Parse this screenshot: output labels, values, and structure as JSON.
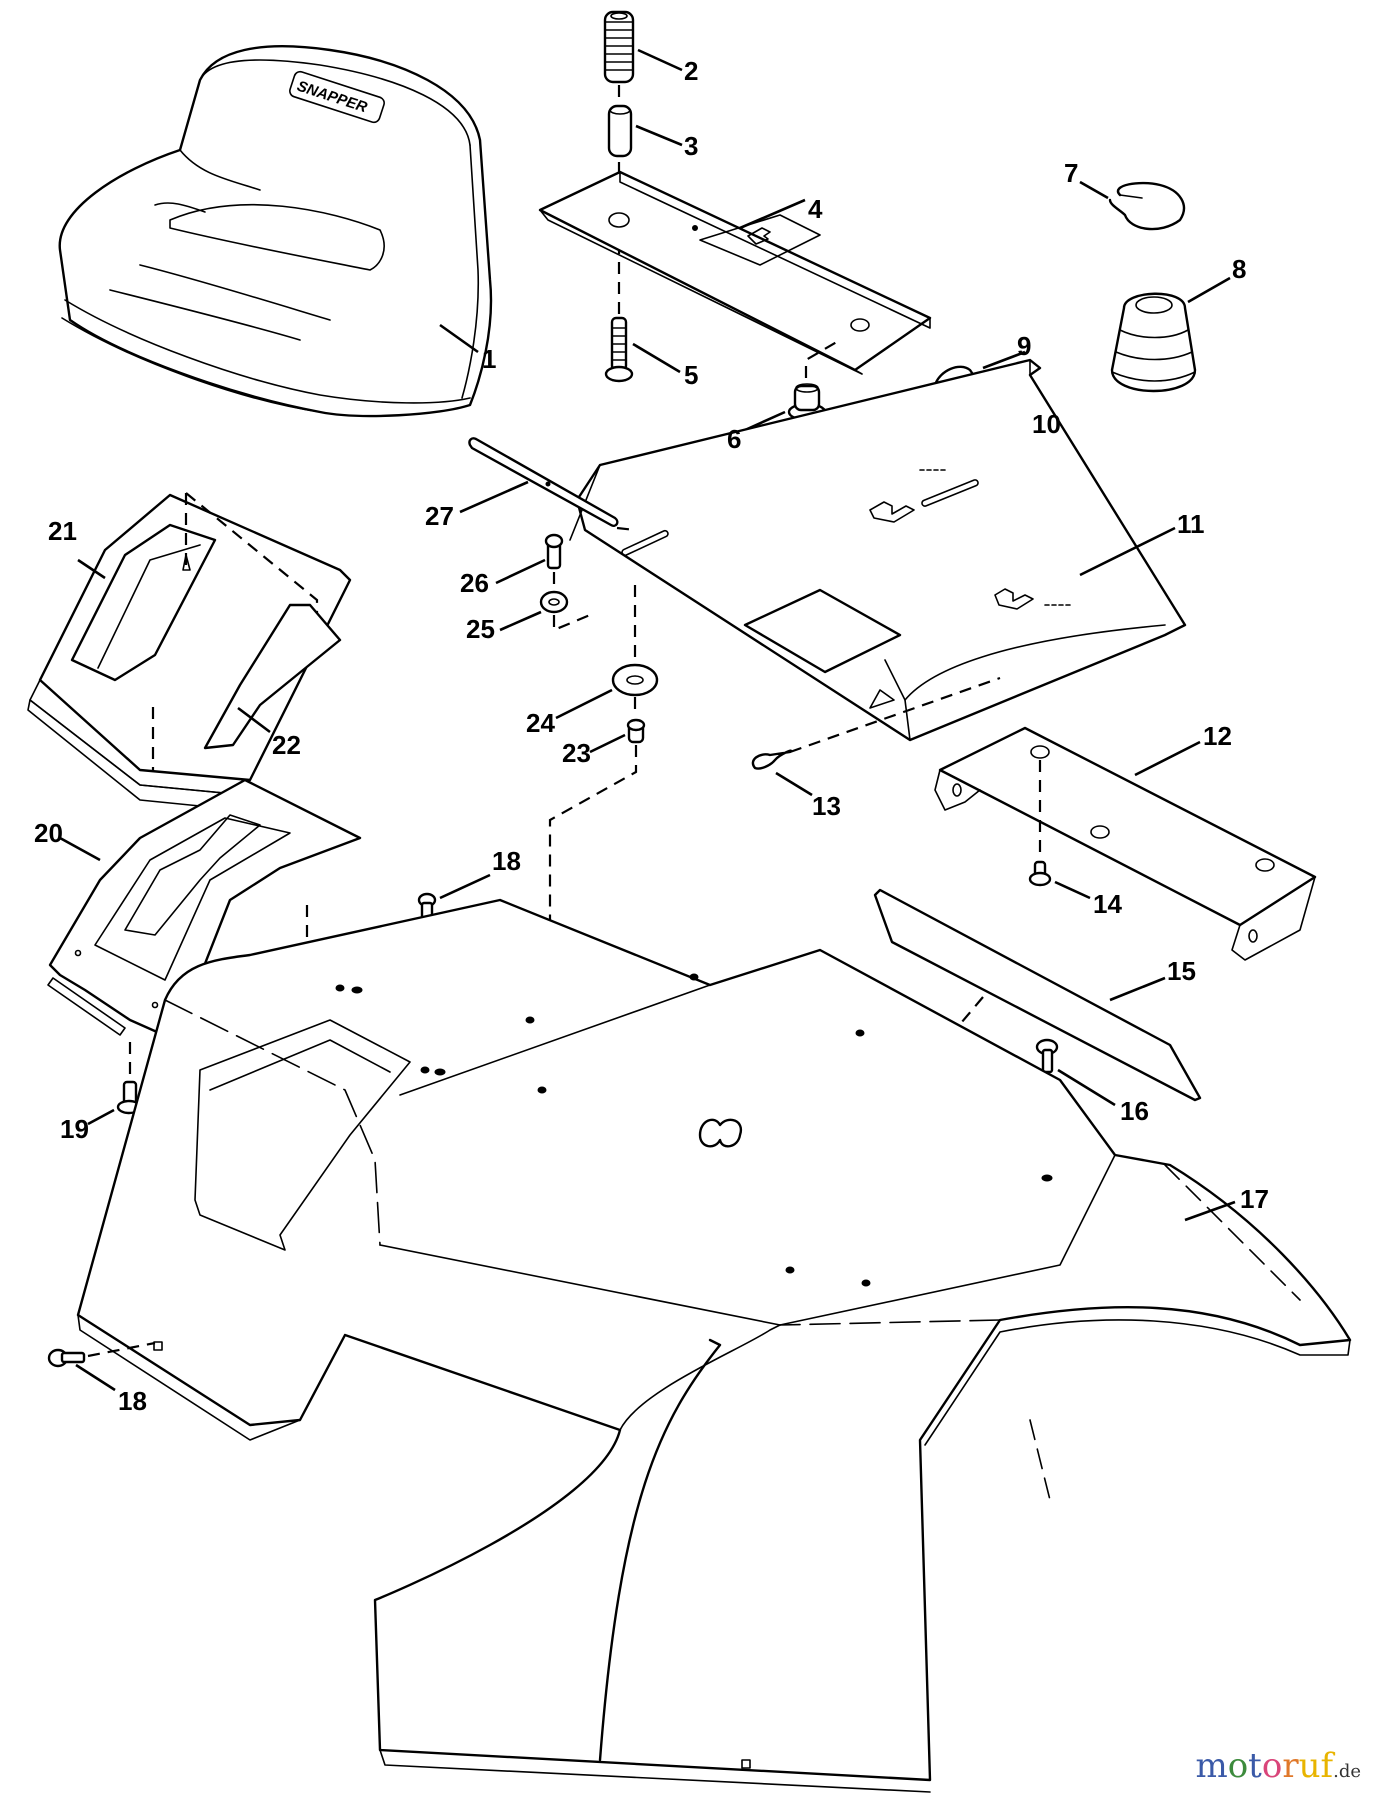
{
  "diagram": {
    "title": "Snapper rear fender / seat mounting exploded parts view",
    "seat_brand": "SNAPPER",
    "callouts": [
      {
        "id": "1",
        "label": "1",
        "part": "seat"
      },
      {
        "id": "2",
        "label": "2",
        "part": "spring"
      },
      {
        "id": "3",
        "label": "3",
        "part": "spacer-sleeve"
      },
      {
        "id": "4",
        "label": "4",
        "part": "seat-mount-bracket"
      },
      {
        "id": "5",
        "label": "5",
        "part": "shoulder-bolt"
      },
      {
        "id": "6",
        "label": "6",
        "part": "bushing"
      },
      {
        "id": "7",
        "label": "7",
        "part": "retaining-clip"
      },
      {
        "id": "8",
        "label": "8",
        "part": "rubber-bumper"
      },
      {
        "id": "9",
        "label": "9",
        "part": "wing-knob"
      },
      {
        "id": "10",
        "label": "10",
        "part": "washer"
      },
      {
        "id": "11",
        "label": "11",
        "part": "seat-pan"
      },
      {
        "id": "12",
        "label": "12",
        "part": "hinge-bracket"
      },
      {
        "id": "13",
        "label": "13",
        "part": "hairpin-cotter"
      },
      {
        "id": "14",
        "label": "14",
        "part": "screw"
      },
      {
        "id": "15",
        "label": "15",
        "part": "trim-strip"
      },
      {
        "id": "16",
        "label": "16",
        "part": "screw"
      },
      {
        "id": "17",
        "label": "17",
        "part": "rear-fender"
      },
      {
        "id": "18a",
        "label": "18",
        "part": "screw"
      },
      {
        "id": "18b",
        "label": "18",
        "part": "screw"
      },
      {
        "id": "19",
        "label": "19",
        "part": "screw"
      },
      {
        "id": "20",
        "label": "20",
        "part": "shift-plate"
      },
      {
        "id": "21",
        "label": "21",
        "part": "shift-cover"
      },
      {
        "id": "22",
        "label": "22",
        "part": "decal"
      },
      {
        "id": "23",
        "label": "23",
        "part": "push-nut"
      },
      {
        "id": "24",
        "label": "24",
        "part": "fender-washer"
      },
      {
        "id": "25",
        "label": "25",
        "part": "washer"
      },
      {
        "id": "26",
        "label": "26",
        "part": "bolt"
      },
      {
        "id": "27",
        "label": "27",
        "part": "hinge-pin"
      }
    ]
  },
  "watermark": {
    "letters": [
      "m",
      "o",
      "t",
      "o",
      "r",
      "u",
      "f"
    ],
    "colors": [
      "#3b5aa8",
      "#3d8b3d",
      "#3b5aa8",
      "#d9457a",
      "#e0782a",
      "#e8b400",
      "#e8b400"
    ],
    "suffix": ".de"
  }
}
